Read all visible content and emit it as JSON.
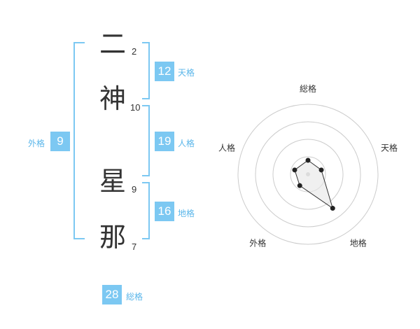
{
  "name_chars": [
    {
      "char": "二",
      "strokes": "2"
    },
    {
      "char": "神",
      "strokes": "10"
    },
    {
      "char": "星",
      "strokes": "9"
    },
    {
      "char": "那",
      "strokes": "7"
    }
  ],
  "fortunes": {
    "tenkaku": {
      "value": "12",
      "label": "天格"
    },
    "jinkaku": {
      "value": "19",
      "label": "人格"
    },
    "chikaku": {
      "value": "16",
      "label": "地格"
    },
    "gaikaku": {
      "value": "9",
      "label": "外格"
    },
    "soukaku": {
      "value": "28",
      "label": "総格"
    }
  },
  "chart_data": {
    "type": "radar",
    "axes": [
      "総格",
      "天格",
      "地格",
      "外格",
      "人格"
    ],
    "values": [
      1,
      1,
      3,
      1,
      1
    ],
    "max": 5,
    "rings": 4,
    "colors": {
      "line": "#333333",
      "point": "#222222",
      "ring": "#cccccc",
      "fill": "#e6e6e6"
    }
  }
}
